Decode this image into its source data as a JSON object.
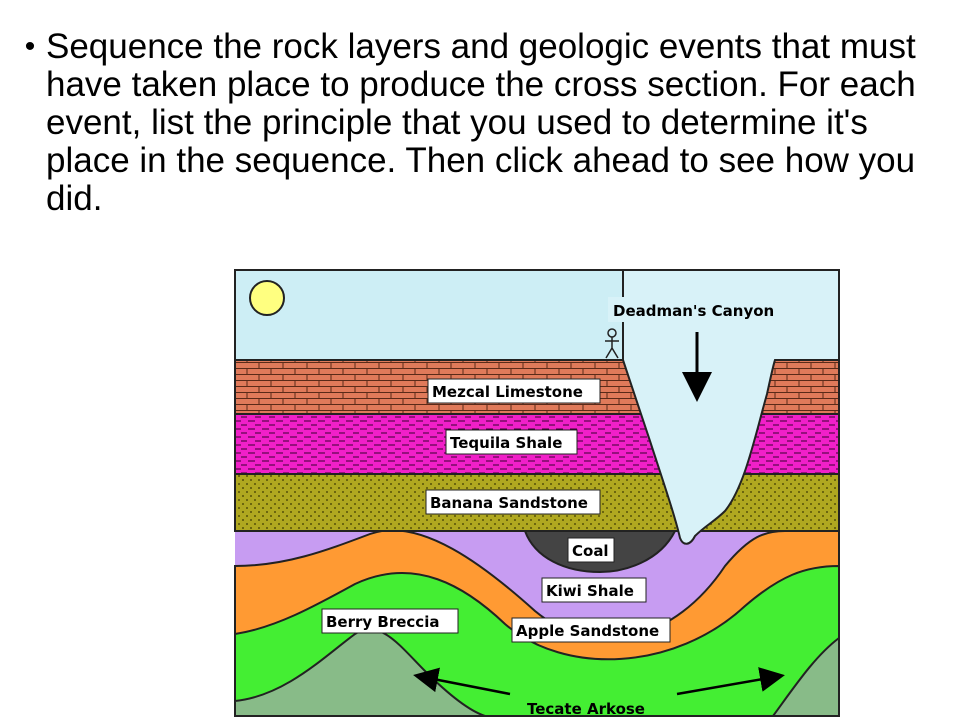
{
  "slide": {
    "bullet": "•",
    "text": "Sequence the rock layers and geologic events that must have taken place to produce the cross section. For each event, list the principle that you used to determine it's place in the sequence. Then click ahead to see how you did."
  },
  "diagram": {
    "labels": {
      "canyon": "Deadman's Canyon",
      "mezcal": "Mezcal Limestone",
      "tequila": "Tequila Shale",
      "banana": "Banana Sandstone",
      "coal": "Coal",
      "kiwi": "Kiwi Shale",
      "berry": "Berry Breccia",
      "apple": "Apple Sandstone",
      "tecate": "Tecate Arkose"
    },
    "colors": {
      "sky": "#cdeef5",
      "sun": "#ffff80",
      "canyon_water": "#d8f2f8",
      "mezcal": "#e07a5a",
      "tequila": "#f020c8",
      "banana": "#b0a820",
      "purple": "#c79cf2",
      "coal": "#444444",
      "orange": "#ff9a33",
      "green": "#44ee33",
      "tecate": "#88bb88"
    }
  }
}
